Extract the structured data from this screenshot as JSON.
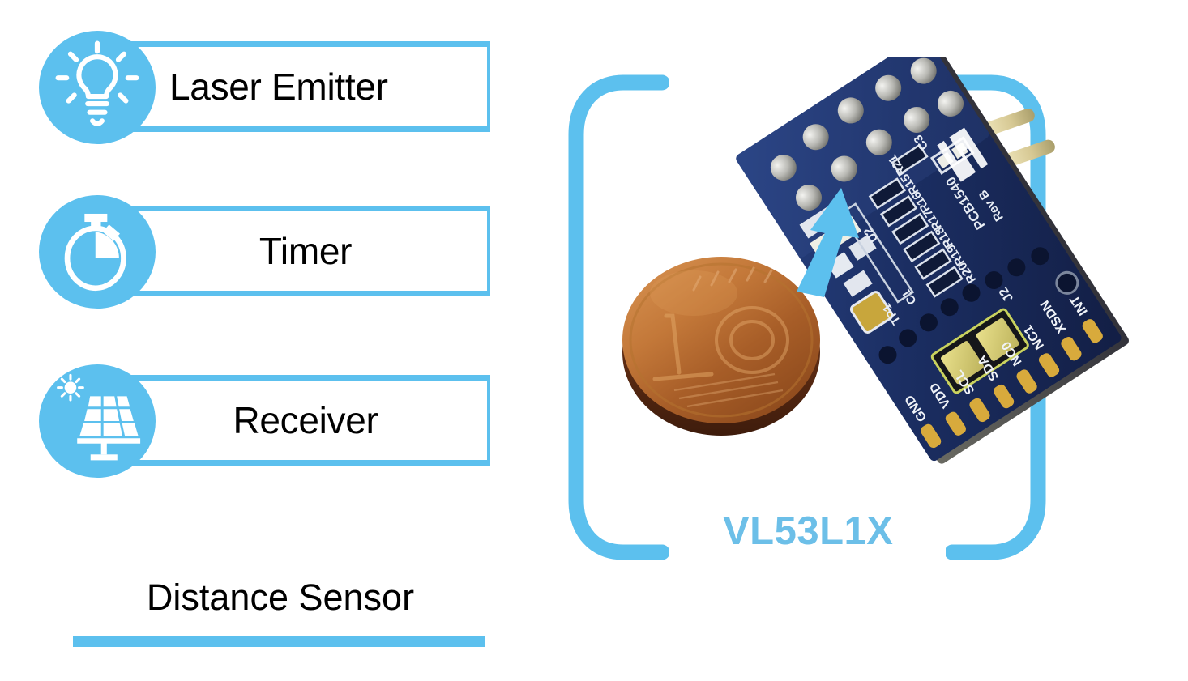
{
  "theme": {
    "accent": "#5CC0EE",
    "accent_label": "#6CBFE8",
    "text": "#000000",
    "background": "#FFFFFF",
    "pcb_blue": "#1C2E63",
    "pcb_blue_dark": "#14224B",
    "pad_gold": "#D8AA3C",
    "coin_copper": "#B5662C",
    "pin_cream": "#D9CFA0",
    "silkscreen_white": "#E8EDF5"
  },
  "features": [
    {
      "id": "laser-emitter",
      "label": "Laser Emitter",
      "icon": "lightbulb-icon",
      "align": "left"
    },
    {
      "id": "timer",
      "label": "Timer",
      "icon": "stopwatch-icon",
      "align": "center"
    },
    {
      "id": "receiver",
      "label": "Receiver",
      "icon": "solar-panel-icon",
      "align": "center"
    }
  ],
  "caption": "Distance Sensor",
  "photo": {
    "callout_label": "VL53L1X",
    "bracket_left": "[",
    "bracket_right": "]",
    "coin": {
      "denomination": "1",
      "unit": "EURO CENT",
      "description": "1 euro cent coin for scale"
    },
    "board": {
      "silkscreen": [
        "R21",
        "R15",
        "R16",
        "R17",
        "R18",
        "R19",
        "R20",
        "C3",
        "C1",
        "U2",
        "TP1",
        "J2",
        "PCB1540",
        "Rev B"
      ],
      "board_id": "PCB1540",
      "revision": "Rev B",
      "vendor_logo": "st-logo",
      "pin_labels": [
        "GND",
        "VDD",
        "SCL",
        "SDA",
        "NC0",
        "NC1",
        "XSDN",
        "INT"
      ],
      "sensor_part": "VL53L1X"
    }
  }
}
